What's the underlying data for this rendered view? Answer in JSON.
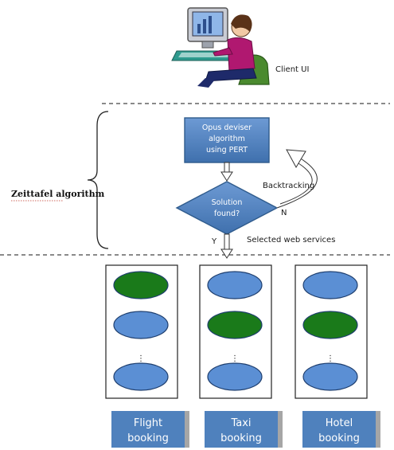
{
  "client": {
    "label": "Client UI"
  },
  "algorithm": {
    "side_label": "Zeittafel algorithm",
    "process_box": [
      "Opus deviser",
      "algorithm",
      "using PERT"
    ],
    "decision": [
      "Solution",
      "found?"
    ],
    "backtracking_label": "Backtracking",
    "no_label": "N",
    "yes_label": "Y",
    "selected_label": "Selected web services"
  },
  "services": [
    {
      "name": [
        "Flight",
        "booking"
      ],
      "selected_index": 0,
      "list_dots": "⋮"
    },
    {
      "name": [
        "Taxi",
        "booking"
      ],
      "selected_index": 1,
      "list_dots": "⋮"
    },
    {
      "name": [
        "Hotel",
        "booking"
      ],
      "selected_index": 1,
      "list_dots": "⋮"
    }
  ],
  "colors": {
    "box_fill": "#4f81bd",
    "box_stroke": "#2f5b8c",
    "ellipse_fill": "#5b8fd4",
    "ellipse_selected": "#1a7a1a",
    "service_label_bg": "#4f81bd",
    "dashed_line": "#444444"
  }
}
